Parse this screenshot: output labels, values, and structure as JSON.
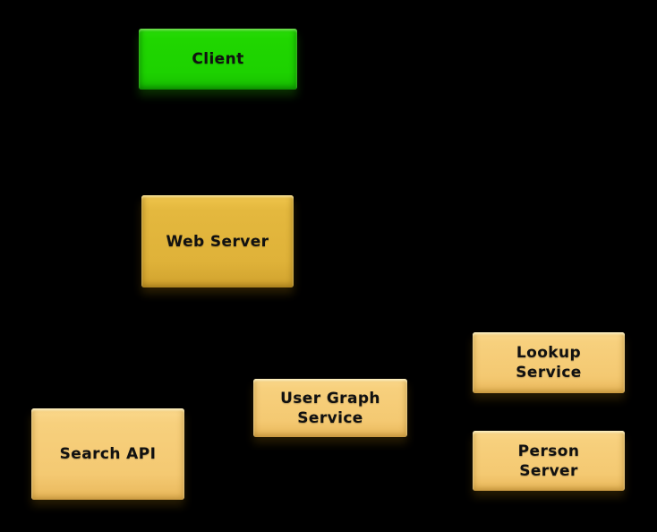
{
  "diagram": {
    "background_color": "#000000",
    "label_text_color": "#111111",
    "colors": {
      "client_fill": "#1ed400",
      "web_server_fill": "#e2b63c",
      "service_fill": "#f4c972"
    },
    "nodes": [
      {
        "id": "client",
        "label": "Client",
        "fill": "#1ed400"
      },
      {
        "id": "web-server",
        "label": "Web Server",
        "fill": "#e2b63c"
      },
      {
        "id": "search-api",
        "label": "Search API",
        "fill": "#f4c972"
      },
      {
        "id": "user-graph-service",
        "label": "User Graph\nService",
        "fill": "#f4c972"
      },
      {
        "id": "lookup-service",
        "label": "Lookup\nService",
        "fill": "#f4c972"
      },
      {
        "id": "person-server",
        "label": "Person\nServer",
        "fill": "#f4c972"
      }
    ],
    "edges": []
  }
}
